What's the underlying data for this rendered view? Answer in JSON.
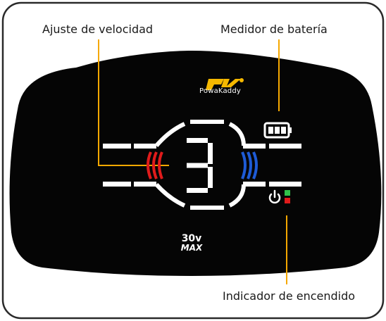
{
  "annotations": {
    "speed_label": "Ajuste de velocidad",
    "battery_label": "Medidor de batería",
    "power_label": "Indicador de encendido"
  },
  "device": {
    "brand_name": "PowaKaddy",
    "model_badge_line1": "30v",
    "model_badge_line2": "MAX",
    "speed_value": "3",
    "battery_bars": 3,
    "power_icon": "power-icon"
  },
  "colors": {
    "pointer_line": "#f5a800",
    "panel": "#050505",
    "frame": "#2a2a2a",
    "speed_down_indicator": "#e01b1b",
    "speed_up_indicator": "#1e5bd6",
    "status_green": "#2fc24a",
    "status_red": "#e01b1b",
    "logo_accent": "#f5b800"
  }
}
